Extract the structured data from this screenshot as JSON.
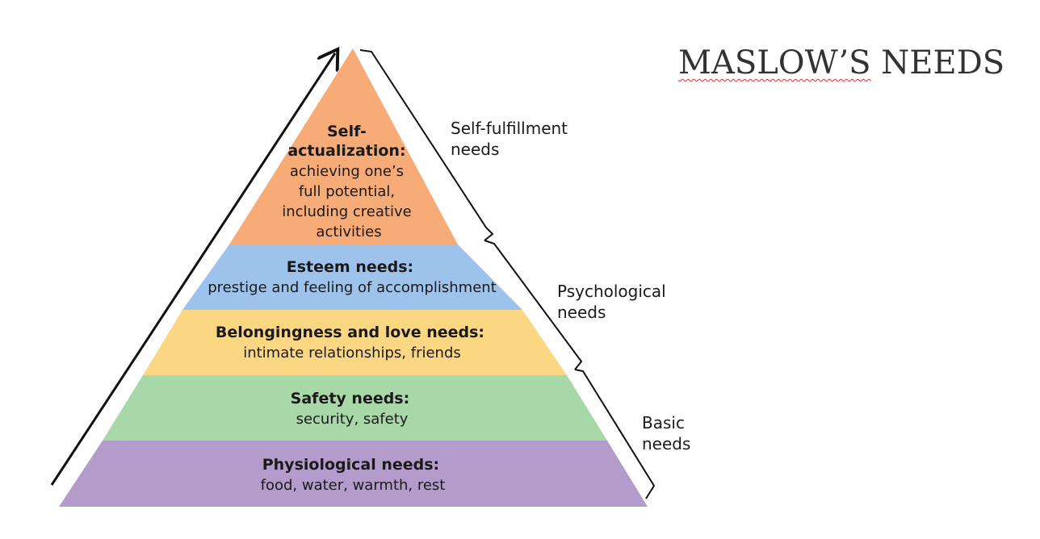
{
  "title": {
    "underlined_part": "MASLOW’S",
    "rest": " NEEDS"
  },
  "levels": [
    {
      "name": "self-actualization",
      "color": "#f7ab76",
      "title_lines": [
        "Self-",
        "actualization:"
      ],
      "desc_lines": [
        "achieving one’s",
        "full potential,",
        "including creative",
        "activities"
      ]
    },
    {
      "name": "esteem",
      "color": "#9dc3ec",
      "title_lines": [
        "Esteem needs:"
      ],
      "desc_lines": [
        "prestige and feeling of accomplishment"
      ]
    },
    {
      "name": "belongingness",
      "color": "#fbd783",
      "title_lines": [
        "Belongingness and love needs:"
      ],
      "desc_lines": [
        "intimate relationships, friends"
      ]
    },
    {
      "name": "safety",
      "color": "#a8d8a8",
      "title_lines": [
        "Safety needs:"
      ],
      "desc_lines": [
        "security, safety"
      ]
    },
    {
      "name": "physiological",
      "color": "#b39ccb",
      "title_lines": [
        "Physiological needs:"
      ],
      "desc_lines": [
        "food, water, warmth, rest"
      ]
    }
  ],
  "brackets": [
    {
      "name": "self-fulfillment",
      "lines": [
        "Self-fulfillment",
        "needs"
      ]
    },
    {
      "name": "psychological",
      "lines": [
        "Psychological",
        "needs"
      ]
    },
    {
      "name": "basic",
      "lines": [
        "Basic",
        "needs"
      ]
    }
  ]
}
